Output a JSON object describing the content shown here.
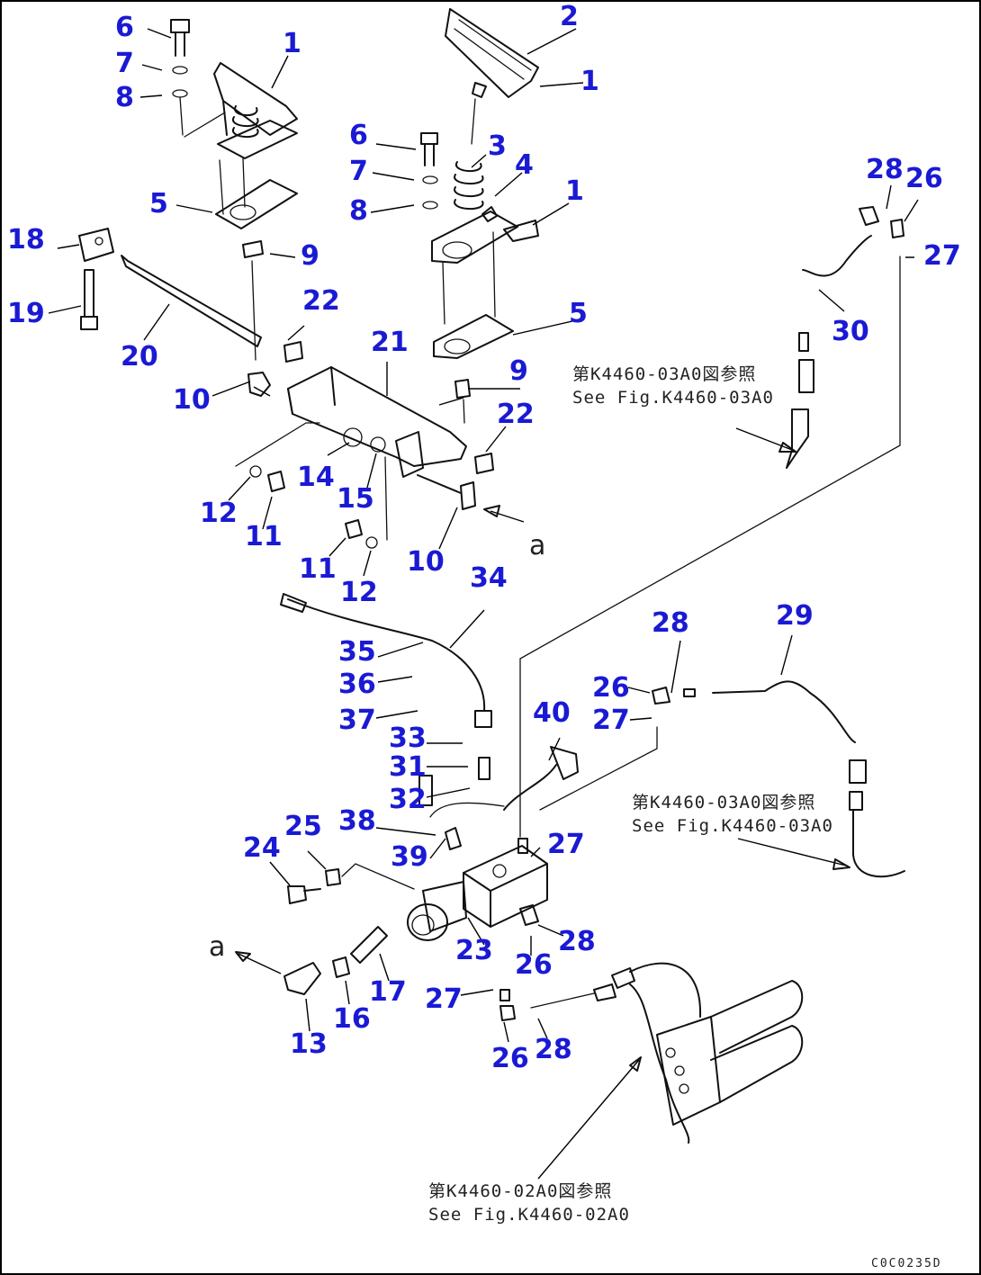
{
  "callouts": [
    "6",
    "7",
    "8",
    "1",
    "2",
    "1",
    "6",
    "3",
    "7",
    "4",
    "1",
    "8",
    "28",
    "26",
    "27",
    "5",
    "18",
    "9",
    "19",
    "22",
    "20",
    "5",
    "30",
    "21",
    "9",
    "10",
    "22",
    "14",
    "15",
    "12",
    "11",
    "10",
    "11",
    "12",
    "34",
    "28",
    "29",
    "35",
    "36",
    "26",
    "37",
    "27",
    "40",
    "33",
    "31",
    "32",
    "38",
    "27",
    "25",
    "24",
    "39",
    "23",
    "28",
    "26",
    "17",
    "16",
    "27",
    "13",
    "26",
    "28"
  ],
  "references": [
    {
      "jp": "第K4460-03A0図参照",
      "en": "See Fig.K4460-03A0"
    },
    {
      "jp": "第K4460-03A0図参照",
      "en": "See Fig.K4460-03A0"
    },
    {
      "jp": "第K4460-02A0図参照",
      "en": "See Fig.K4460-02A0"
    }
  ],
  "view_mark": "a",
  "drawing_code": "C0C0235D"
}
